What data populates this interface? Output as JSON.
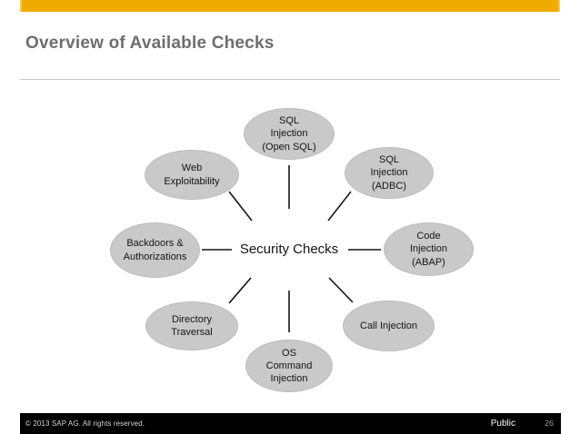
{
  "slide": {
    "title": "Overview of Available Checks"
  },
  "diagram": {
    "center_label": "Security Checks",
    "nodes": [
      {
        "id": "sql-injection-open-sql",
        "label": "SQL\nInjection\n(Open SQL)"
      },
      {
        "id": "sql-injection-adbc",
        "label": "SQL\nInjection\n(ADBC)"
      },
      {
        "id": "code-injection-abap",
        "label": "Code\nInjection\n(ABAP)"
      },
      {
        "id": "call-injection",
        "label": "Call Injection"
      },
      {
        "id": "os-command-injection",
        "label": "OS\nCommand\nInjection"
      },
      {
        "id": "directory-traversal",
        "label": "Directory\nTraversal"
      },
      {
        "id": "backdoors-authorizations",
        "label": "Backdoors &\nAuthorizations"
      },
      {
        "id": "web-exploitability",
        "label": "Web\nExploitability"
      }
    ]
  },
  "footer": {
    "copyright": "© 2013 SAP AG. All rights reserved.",
    "classification": "Public",
    "page_number": "26"
  },
  "colors": {
    "accent": "#F0AB00",
    "node_fill": "#C9C9C9",
    "connector": "#141414",
    "footer_bg": "#000000",
    "title_text": "#6E6E6E"
  }
}
